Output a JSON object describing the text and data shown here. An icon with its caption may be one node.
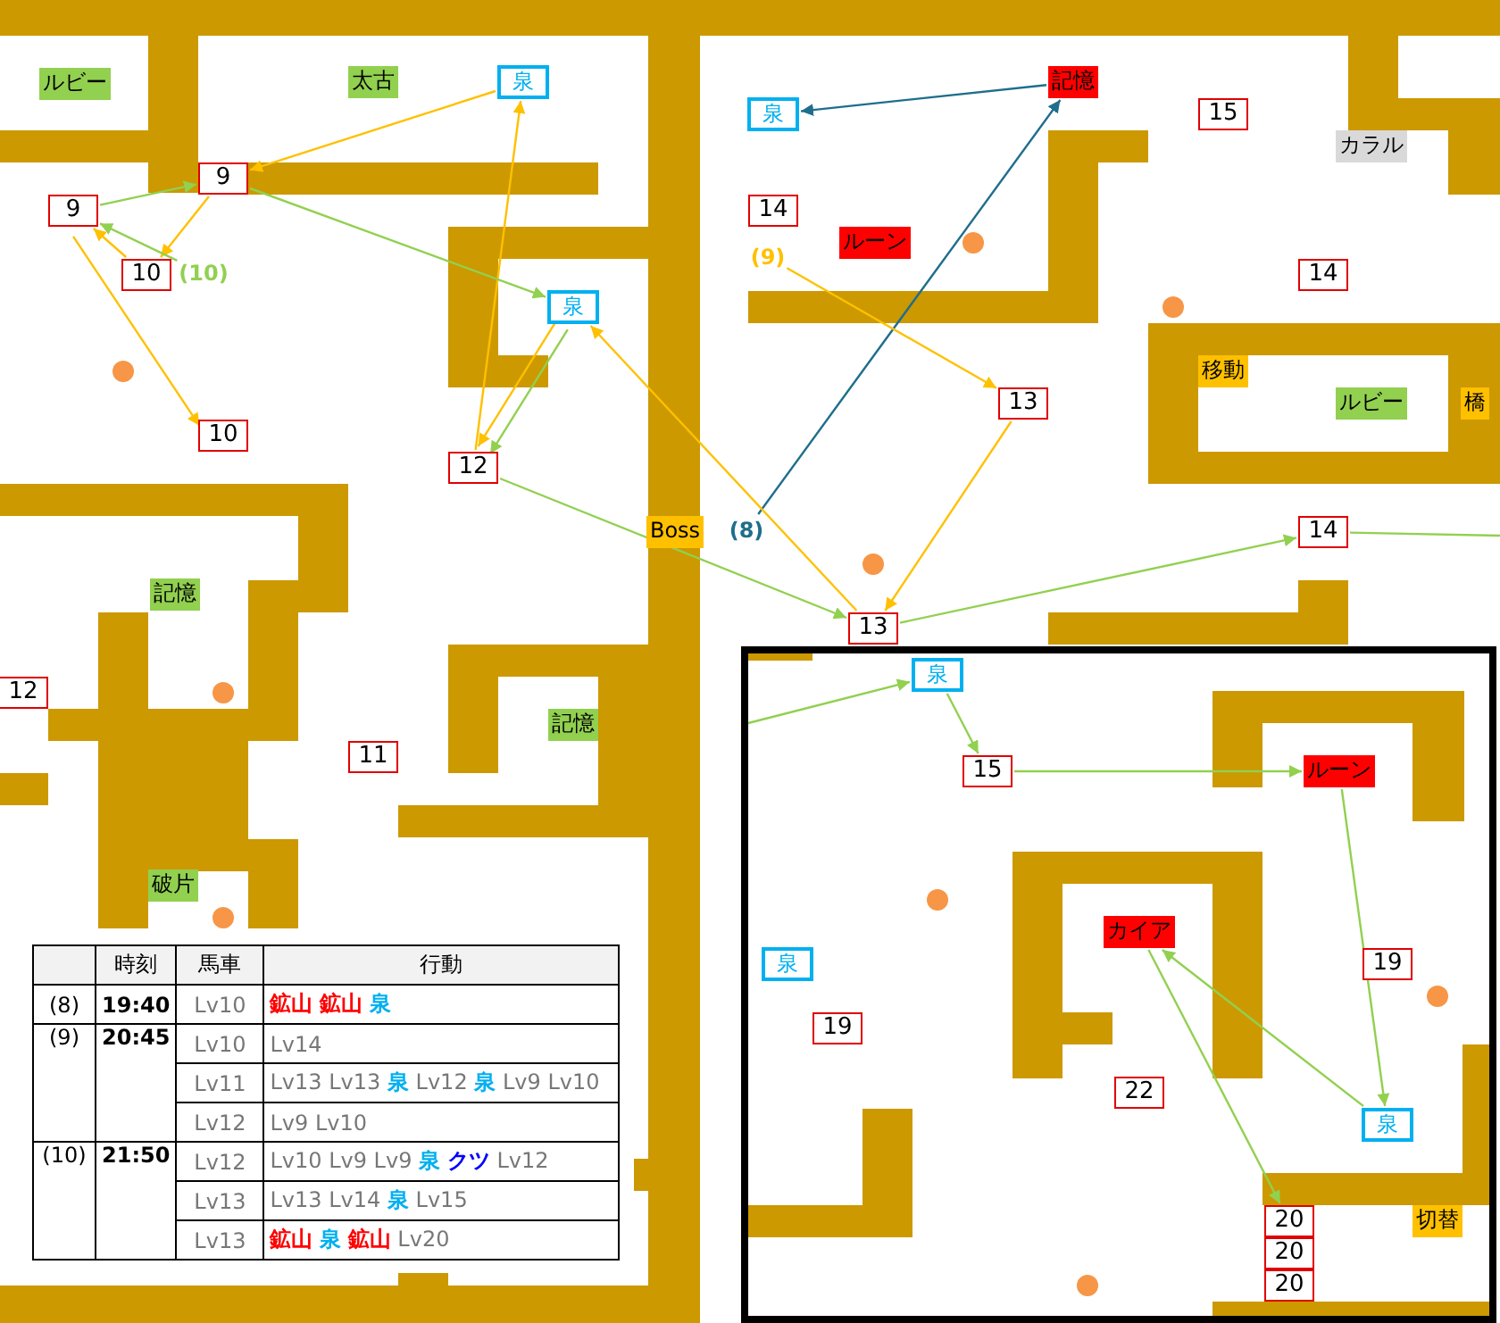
{
  "diagram": {
    "nodes": [
      {
        "text": [
          "ルビー"
        ]
      },
      {
        "text": [
          "太古"
        ]
      },
      {
        "text": [
          "泉"
        ]
      },
      {
        "text": [
          "9"
        ]
      },
      {
        "text": [
          "9"
        ]
      },
      {
        "text": [
          "10"
        ]
      },
      {
        "text": [
          "(10)"
        ]
      },
      {
        "text": [
          "泉"
        ]
      },
      {
        "text": [
          "10"
        ]
      },
      {
        "text": [
          "12"
        ]
      },
      {
        "text": [
          "記憶"
        ]
      },
      {
        "text": [
          "12"
        ]
      },
      {
        "text": [
          "11"
        ]
      },
      {
        "text": [
          "記憶"
        ]
      },
      {
        "text": [
          "破片"
        ]
      },
      {
        "text": [
          "Boss"
        ]
      },
      {
        "text": [
          "(8)"
        ]
      },
      {
        "text": [
          "泉"
        ]
      },
      {
        "text": [
          "記憶"
        ]
      },
      {
        "text": [
          "15"
        ]
      },
      {
        "text": [
          "カラル"
        ]
      },
      {
        "text": [
          "14"
        ]
      },
      {
        "text": [
          "(9)"
        ]
      },
      {
        "text": [
          "ルーン"
        ]
      },
      {
        "text": [
          "14"
        ]
      },
      {
        "text": [
          "13"
        ]
      },
      {
        "text": [
          "移動"
        ]
      },
      {
        "text": [
          "ルビー"
        ]
      },
      {
        "text": [
          "橋"
        ]
      },
      {
        "text": [
          "14"
        ]
      },
      {
        "text": [
          "13"
        ]
      },
      {
        "text": [],
        "shape": "box"
      },
      {
        "text": [
          "泉"
        ],
        "in": 31
      },
      {
        "text": [
          "15"
        ],
        "in": 31
      },
      {
        "text": [
          "ルーン"
        ],
        "in": 31
      },
      {
        "text": [
          "泉"
        ],
        "in": 31
      },
      {
        "text": [
          "19"
        ],
        "in": 31
      },
      {
        "text": [
          "カイア"
        ],
        "in": 31
      },
      {
        "text": [
          "19"
        ],
        "in": 31
      },
      {
        "text": [
          "22"
        ],
        "in": 31
      },
      {
        "text": [
          "泉"
        ],
        "in": 31
      },
      {
        "text": [
          "20"
        ],
        "in": 31
      },
      {
        "text": [
          "20"
        ],
        "in": 31
      },
      {
        "text": [
          "20"
        ],
        "in": 31
      },
      {
        "text": [
          "切替"
        ],
        "in": 31
      }
    ],
    "edges": [
      {
        "from": 16,
        "to": 18,
        "arrow": "to",
        "color": "#1f6e8c"
      },
      {
        "from": 18,
        "to": 17,
        "arrow": "to",
        "color": "#1f6e8c"
      },
      {
        "from": 22,
        "to": 25,
        "arrow": "to",
        "color": "#ffc000"
      },
      {
        "from": 25,
        "to": 30,
        "arrow": "to",
        "color": "#ffc000"
      },
      {
        "from": 30,
        "to": 7,
        "arrow": "to",
        "color": "#ffc000"
      },
      {
        "from": 7,
        "to": 9,
        "arrow": "to",
        "color": "#ffc000"
      },
      {
        "from": 9,
        "to": 2,
        "arrow": "to",
        "color": "#ffc000"
      },
      {
        "from": 2,
        "to": 3,
        "arrow": "to",
        "color": "#ffc000"
      },
      {
        "from": 3,
        "to": 5,
        "arrow": "to",
        "color": "#ffc000"
      },
      {
        "from": 5,
        "to": 4,
        "arrow": "to",
        "color": "#ffc000"
      },
      {
        "from": 4,
        "to": 8,
        "arrow": "to",
        "color": "#ffc000"
      },
      {
        "from": 6,
        "to": 4,
        "arrow": "to"
      },
      {
        "from": 4,
        "to": 3,
        "arrow": "to"
      },
      {
        "from": 3,
        "to": 7,
        "arrow": "to"
      },
      {
        "from": 7,
        "to": 9,
        "arrow": "to"
      },
      {
        "from": 9,
        "to": 30,
        "arrow": "to"
      },
      {
        "from": 30,
        "to": 29,
        "arrow": "to"
      },
      {
        "from": 29,
        "to": null,
        "arrow": "none"
      },
      {
        "from": null,
        "to": 32,
        "arrow": "to"
      },
      {
        "from": 32,
        "to": 33,
        "arrow": "to"
      },
      {
        "from": 33,
        "to": 34,
        "arrow": "to"
      },
      {
        "from": 34,
        "to": 40,
        "arrow": "to"
      },
      {
        "from": 40,
        "to": 37,
        "arrow": "to"
      },
      {
        "from": 37,
        "to": 41,
        "arrow": "to"
      }
    ],
    "labels": [
      "時刻",
      "馬車",
      "行動",
      "(8)",
      "19:40",
      "Lv10",
      "鉱山 鉱山 泉",
      "(9)",
      "20:45",
      "Lv10",
      "Lv14",
      "Lv11",
      "Lv13 Lv13 泉 Lv12 泉 Lv9 Lv10",
      "Lv12",
      "Lv9 Lv10",
      "(10)",
      "21:50",
      "Lv12",
      "Lv10 Lv9 Lv9 泉 クツ Lv12",
      "Lv13",
      "Lv13 Lv14 泉 Lv15",
      "Lv13",
      "鉱山 泉 鉱山 Lv20"
    ]
  }
}
